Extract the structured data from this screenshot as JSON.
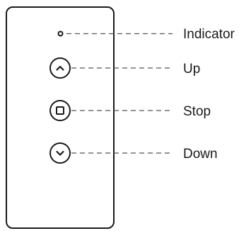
{
  "remote": {
    "labels": {
      "indicator": "Indicator",
      "up": "Up",
      "stop": "Stop",
      "down": "Down"
    },
    "icons": {
      "indicator": "indicator-led-icon",
      "up": "chevron-up-icon",
      "stop": "square-stop-icon",
      "down": "chevron-down-icon"
    },
    "colors": {
      "outline": "#1a1a1a",
      "leader_line": "#555555",
      "text": "#1a1a1a"
    }
  }
}
